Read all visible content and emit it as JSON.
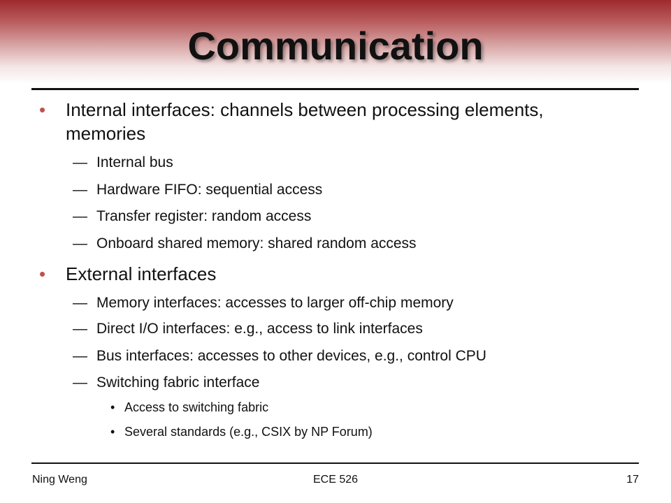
{
  "slide": {
    "title": "Communication",
    "items": [
      {
        "text": "Internal interfaces: channels between processing elements, memories",
        "subitems": [
          "Internal bus",
          "Hardware FIFO: sequential access",
          "Transfer register: random access",
          "Onboard shared memory: shared random access"
        ]
      },
      {
        "text": "External interfaces",
        "subitems": [
          "Memory interfaces: accesses to larger off-chip memory",
          "Direct I/O interfaces: e.g., access to link interfaces",
          "Bus interfaces: accesses to other devices, e.g., control CPU",
          "Switching fabric interface"
        ],
        "subsubitems": [
          "Access to switching fabric",
          "Several standards (e.g., CSIX by NP Forum)"
        ]
      }
    ],
    "bullet_glyph": "•",
    "dash_glyph": "—",
    "accent_color": "#c0504d",
    "header_color": "#9e2a2e"
  },
  "footer": {
    "author": "Ning Weng",
    "course": "ECE 526",
    "page": "17"
  }
}
